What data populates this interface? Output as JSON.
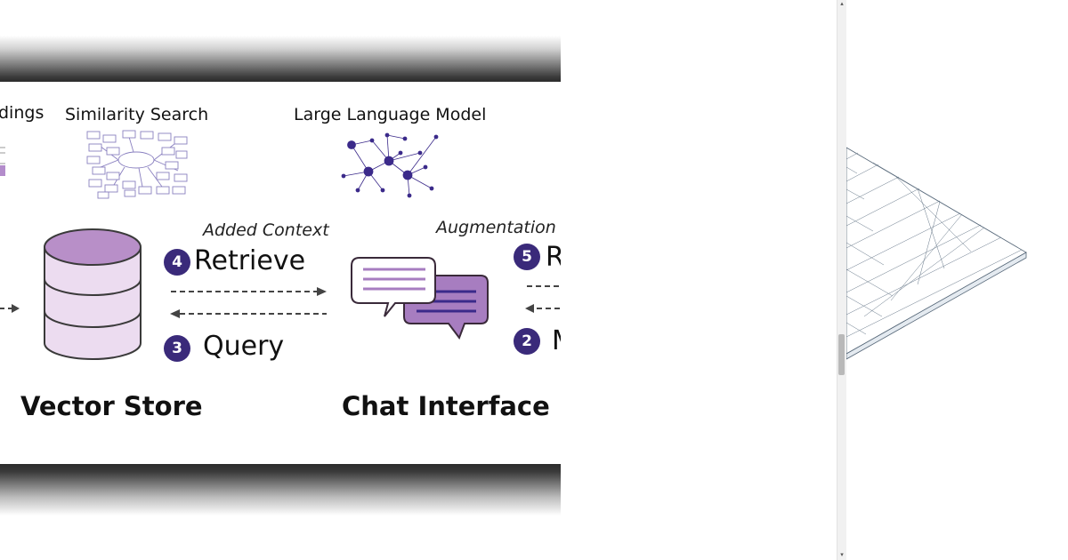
{
  "diagram": {
    "labels": {
      "embeddings": "dings",
      "similarity_search": "Similarity Search",
      "llm": "Large Language Model",
      "added_context": "Added Context",
      "augmentation": "Augmentation"
    },
    "steps": {
      "retrieve": {
        "number": "4",
        "label": "Retrieve"
      },
      "query": {
        "number": "3",
        "label": "Query"
      },
      "right_upper": {
        "number": "5",
        "label": "R"
      },
      "right_lower": {
        "number": "2",
        "label": "M"
      }
    },
    "headings": {
      "vector_store": "Vector Store",
      "chat_interface": "Chat Interface"
    }
  },
  "scrollbar": {
    "up_arrow": "▴",
    "down_arrow": "▾"
  },
  "colors": {
    "accent_purple": "#a77dc0",
    "light_purple": "#e8d6ee",
    "badge_navy": "#3a2a7a",
    "network_indigo": "#3b2a8a"
  },
  "icons": [
    "database-icon",
    "chat-bubbles-icon",
    "network-graph-icon",
    "mind-map-icon",
    "arrow-right-icon",
    "arrow-left-icon",
    "grid-plane-icon"
  ]
}
